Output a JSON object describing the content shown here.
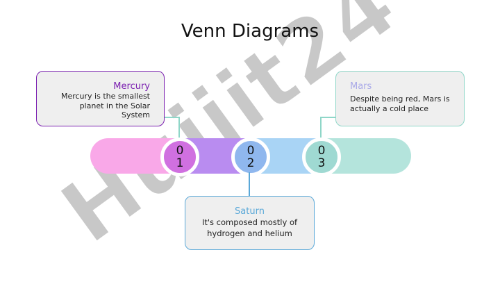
{
  "title": "Venn Diagrams",
  "colors": {
    "pink": "#f9a8e8",
    "purple": "#b98cf0",
    "blue": "#a9d4f5",
    "teal": "#b4e4dc",
    "mercury_accent": "#7a1fb0",
    "saturn_accent": "#5aa8d8",
    "mars_accent": "#8fd6c8"
  },
  "circles": [
    {
      "label": "01",
      "color": "#d070e0"
    },
    {
      "label": "02",
      "color": "#8fb7ee"
    },
    {
      "label": "03",
      "color": "#9fd9d2"
    }
  ],
  "cards": {
    "mercury": {
      "title": "Mercury",
      "body": "Mercury is the smallest planet in the Solar System"
    },
    "saturn": {
      "title": "Saturn",
      "body": "It's composed mostly of hydrogen and helium"
    },
    "mars": {
      "title": "Mars",
      "body": "Despite being red, Mars is actually a cold place"
    }
  },
  "watermark": "Huijit24"
}
